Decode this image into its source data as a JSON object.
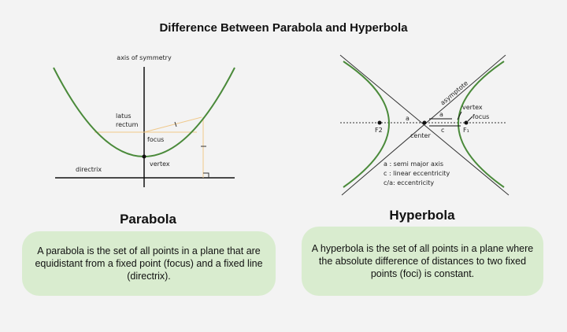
{
  "title": "Difference Between Parabola and Hyperbola",
  "parabola": {
    "heading": "Parabola",
    "labels": {
      "axis": "axis of symmetry",
      "latus_rectum_1": "latus",
      "latus_rectum_2": "rectum",
      "focus": "focus",
      "vertex": "vertex",
      "directrix": "directrix",
      "distance_mark": "l"
    },
    "description": "A parabola is the set of all points in a plane that are equidistant from a fixed point (focus) and a fixed line (directrix)."
  },
  "hyperbola": {
    "heading": "Hyperbola",
    "labels": {
      "asymptote": "asymptote",
      "vertex": "vertex",
      "focus": "focus",
      "a_left": "a",
      "a_right": "a",
      "c": "c",
      "center": "center",
      "f2": "F2",
      "f1": "F₁"
    },
    "legend": [
      "a : semi major axis",
      "c : linear eccentricity",
      "c/a: eccentricity"
    ],
    "description": "A hyperbola is the set of all points in a plane where the absolute difference of distances to two fixed points (foci) is constant."
  },
  "colors": {
    "curve": "#4a8a3a",
    "box": "#d9eccf",
    "guide": "#f0c88a"
  }
}
